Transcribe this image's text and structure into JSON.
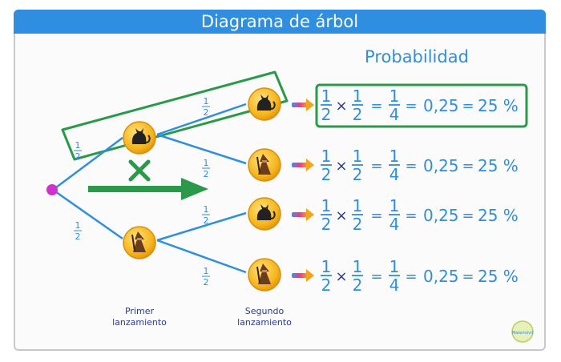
{
  "title": "Diagrama de árbol",
  "prob_header": "Probabilidad",
  "branch_prob": {
    "num": "1",
    "den": "2"
  },
  "level_labels": {
    "first": [
      "Primer",
      "lanzamiento"
    ],
    "second": [
      "Segundo",
      "lanzamiento"
    ]
  },
  "results": [
    {
      "a": {
        "num": "1",
        "den": "2"
      },
      "b": {
        "num": "1",
        "den": "2"
      },
      "r": {
        "num": "1",
        "den": "4"
      },
      "dec": "0,25",
      "pct": "25 %",
      "highlight": true
    },
    {
      "a": {
        "num": "1",
        "den": "2"
      },
      "b": {
        "num": "1",
        "den": "2"
      },
      "r": {
        "num": "1",
        "den": "4"
      },
      "dec": "0,25",
      "pct": "25 %",
      "highlight": false
    },
    {
      "a": {
        "num": "1",
        "den": "2"
      },
      "b": {
        "num": "1",
        "den": "2"
      },
      "r": {
        "num": "1",
        "den": "4"
      },
      "dec": "0,25",
      "pct": "25 %",
      "highlight": false
    },
    {
      "a": {
        "num": "1",
        "den": "2"
      },
      "b": {
        "num": "1",
        "den": "2"
      },
      "r": {
        "num": "1",
        "den": "4"
      },
      "dec": "0,25",
      "pct": "25 %",
      "highlight": false
    }
  ],
  "symbols": {
    "times": "×",
    "equals": "="
  },
  "logo": "Matemóvil",
  "colors": {
    "title_bg": "#2f8ee0",
    "branch": "#2f8ee0",
    "fraction": "#2f8ee0",
    "highlight": "#2a9a4a",
    "root": "#cc33cc",
    "coin": "#f6b51d",
    "arrow_gradient": [
      "#f2a51c",
      "#e93d8c",
      "#3f8ee8"
    ],
    "cross": "#2a9a4a"
  },
  "icons": [
    "cat-coin-icon",
    "wizard-coin-icon",
    "arrow-right-icon",
    "cross-icon",
    "root-node-icon",
    "logo-icon"
  ]
}
